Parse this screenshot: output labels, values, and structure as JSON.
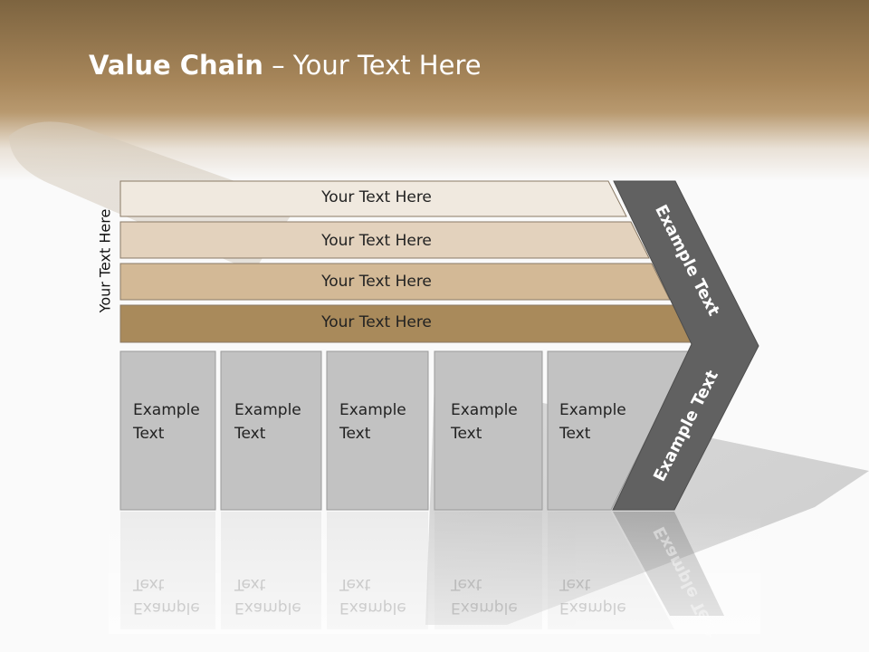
{
  "slide": {
    "title_bold": "Value Chain",
    "title_rest": " – Your Text Here",
    "side_label": "Your Text Here"
  },
  "bars": [
    {
      "label": "Your Text Here",
      "color": "#f0e9df"
    },
    {
      "label": "Your Text Here",
      "color": "#e3d2bd"
    },
    {
      "label": "Your Text Here",
      "color": "#d3b996"
    },
    {
      "label": "Your Text Here",
      "color": "#a98a5b"
    }
  ],
  "boxes": [
    {
      "line1": "Example",
      "line2": "Text"
    },
    {
      "line1": "Example",
      "line2": "Text"
    },
    {
      "line1": "Example",
      "line2": "Text"
    },
    {
      "line1": "Example",
      "line2": "Text"
    },
    {
      "line1": "Example",
      "line2": "Text"
    }
  ],
  "chevron": {
    "upper_text": "Example Text",
    "lower_text": "Example Text",
    "color": "#616161"
  },
  "colors": {
    "box_fill": "#c2c2c2",
    "box_border": "#9a9a9a",
    "bar_border": "#8a7a66"
  }
}
